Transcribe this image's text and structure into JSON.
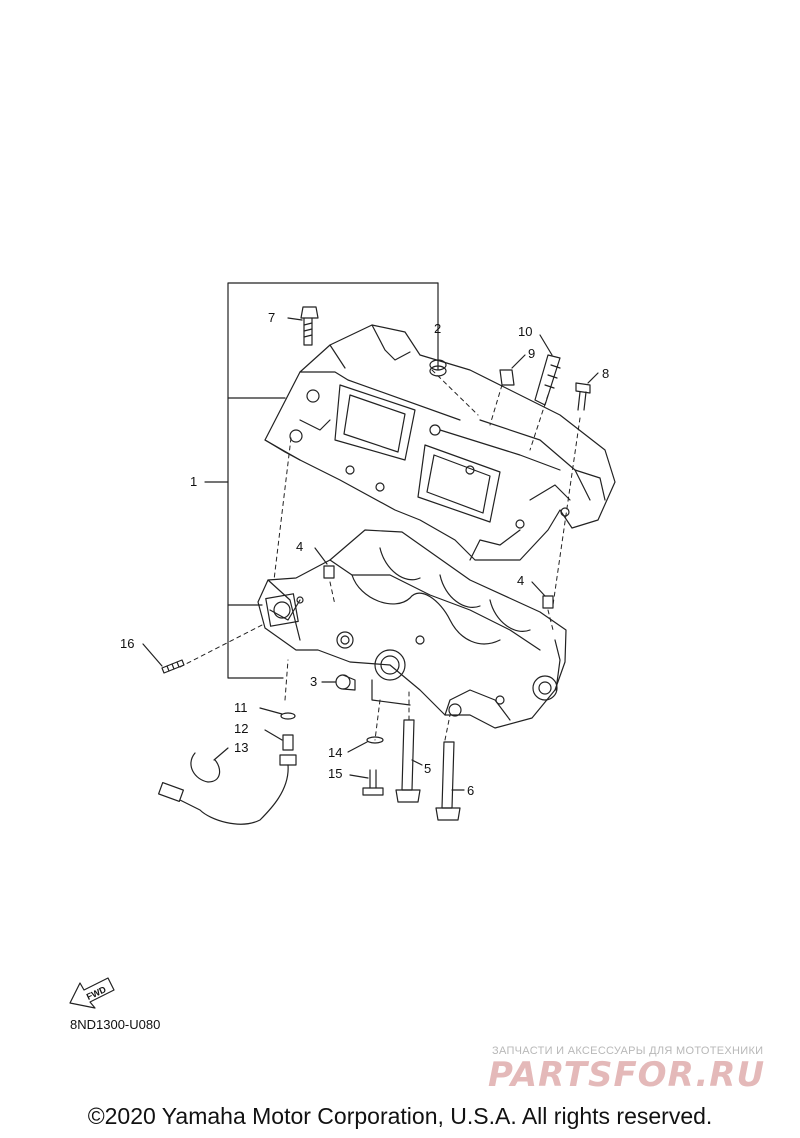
{
  "callouts": [
    "1",
    "2",
    "3",
    "4",
    "4",
    "5",
    "6",
    "7",
    "8",
    "9",
    "10",
    "11",
    "12",
    "13",
    "14",
    "15",
    "16"
  ],
  "fwd_label": "FWD",
  "diagram_code": "8ND1300-U080",
  "watermark": {
    "tagline": "ЗАПЧАСТИ И АКСЕССУАРЫ ДЛЯ МОТОТЕХНИКИ",
    "logo": "PARTSFOR.RU"
  },
  "copyright": "©2020 Yamaha Motor Corporation, U.S.A. All rights reserved."
}
